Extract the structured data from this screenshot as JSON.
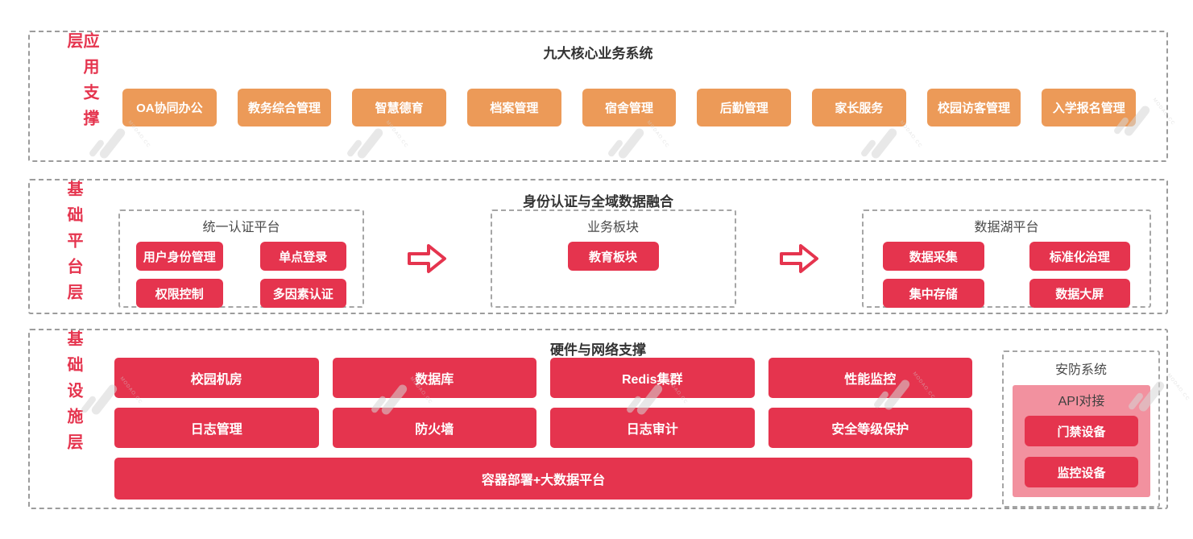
{
  "colors": {
    "orange": "#EC9A58",
    "red": "#E5344E",
    "pink_panel": "#F2919F",
    "dashed_border": "#9C9C9C",
    "title_text": "#333333"
  },
  "layers": {
    "app": {
      "side_label": "应用支撑层",
      "title": "九大核心业务系统",
      "systems": [
        "OA协同办公",
        "教务综合管理",
        "智慧德育",
        "档案管理",
        "宿舍管理",
        "后勤管理",
        "家长服务",
        "校园访客管理",
        "入学报名管理"
      ]
    },
    "platform": {
      "side_label": "基础平台层",
      "title": "身份认证与全域数据融合",
      "auth": {
        "title": "统一认证平台",
        "items": [
          "用户身份管理",
          "单点登录",
          "权限控制",
          "多因素认证"
        ]
      },
      "business": {
        "title": "业务板块",
        "items": [
          "教育板块"
        ]
      },
      "datalake": {
        "title": "数据湖平台",
        "items": [
          "数据采集",
          "标准化治理",
          "集中存储",
          "数据大屏"
        ]
      }
    },
    "infra": {
      "side_label": "基础设施层",
      "title": "硬件与网络支撑",
      "items": [
        "校园机房",
        "数据库",
        "Redis集群",
        "性能监控",
        "日志管理",
        "防火墙",
        "日志审计",
        "安全等级保护"
      ],
      "wide_item": "容器部署+大数据平台",
      "security": {
        "title": "安防系统",
        "subtitle": "API对接",
        "items": [
          "门禁设备",
          "监控设备"
        ]
      }
    }
  },
  "watermark": "MODAO.CC"
}
